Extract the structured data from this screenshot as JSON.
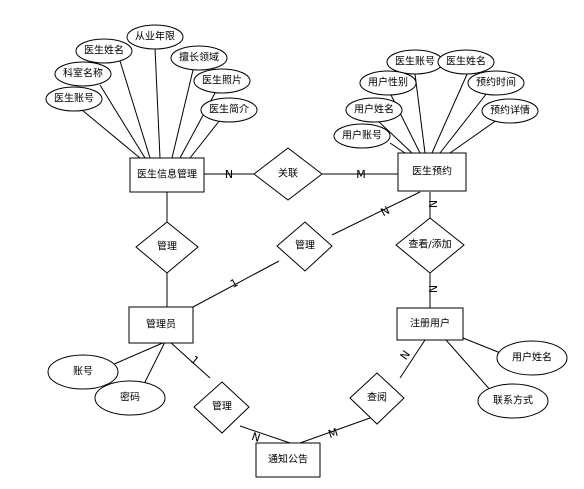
{
  "entities": {
    "doctor_info": "医生信息管理",
    "appointment": "医生预约",
    "admin": "管理员",
    "user": "注册用户",
    "notice": "通知公告"
  },
  "relationships": {
    "assoc": "关联",
    "manage_left": "管理",
    "manage_mid": "管理",
    "view_add": "查看/添加",
    "manage_bottom": "管理",
    "query": "查阅"
  },
  "attributes": {
    "doctor": {
      "name": "医生姓名",
      "years": "从业年限",
      "dept": "科室名称",
      "specialty": "擅长领域",
      "account": "医生账号",
      "photo": "医生照片",
      "intro": "医生简介"
    },
    "appointment": {
      "doctor_account": "医生账号",
      "doctor_name": "医生姓名",
      "user_gender": "用户性别",
      "time": "预约时间",
      "user_name": "用户姓名",
      "details": "预约详情",
      "user_account": "用户账号"
    },
    "admin": {
      "account": "账号",
      "password": "密码"
    },
    "user": {
      "name": "用户姓名",
      "contact": "联系方式"
    }
  },
  "cardinalities": {
    "doctor_assoc": "N",
    "assoc_appt": "M",
    "appt_manage": "N",
    "admin_manage": "1",
    "appt_view": "N",
    "view_user": "N",
    "admin_notice_rel": "1",
    "rel_notice": "N",
    "notice_query": "M",
    "query_user": "N"
  }
}
